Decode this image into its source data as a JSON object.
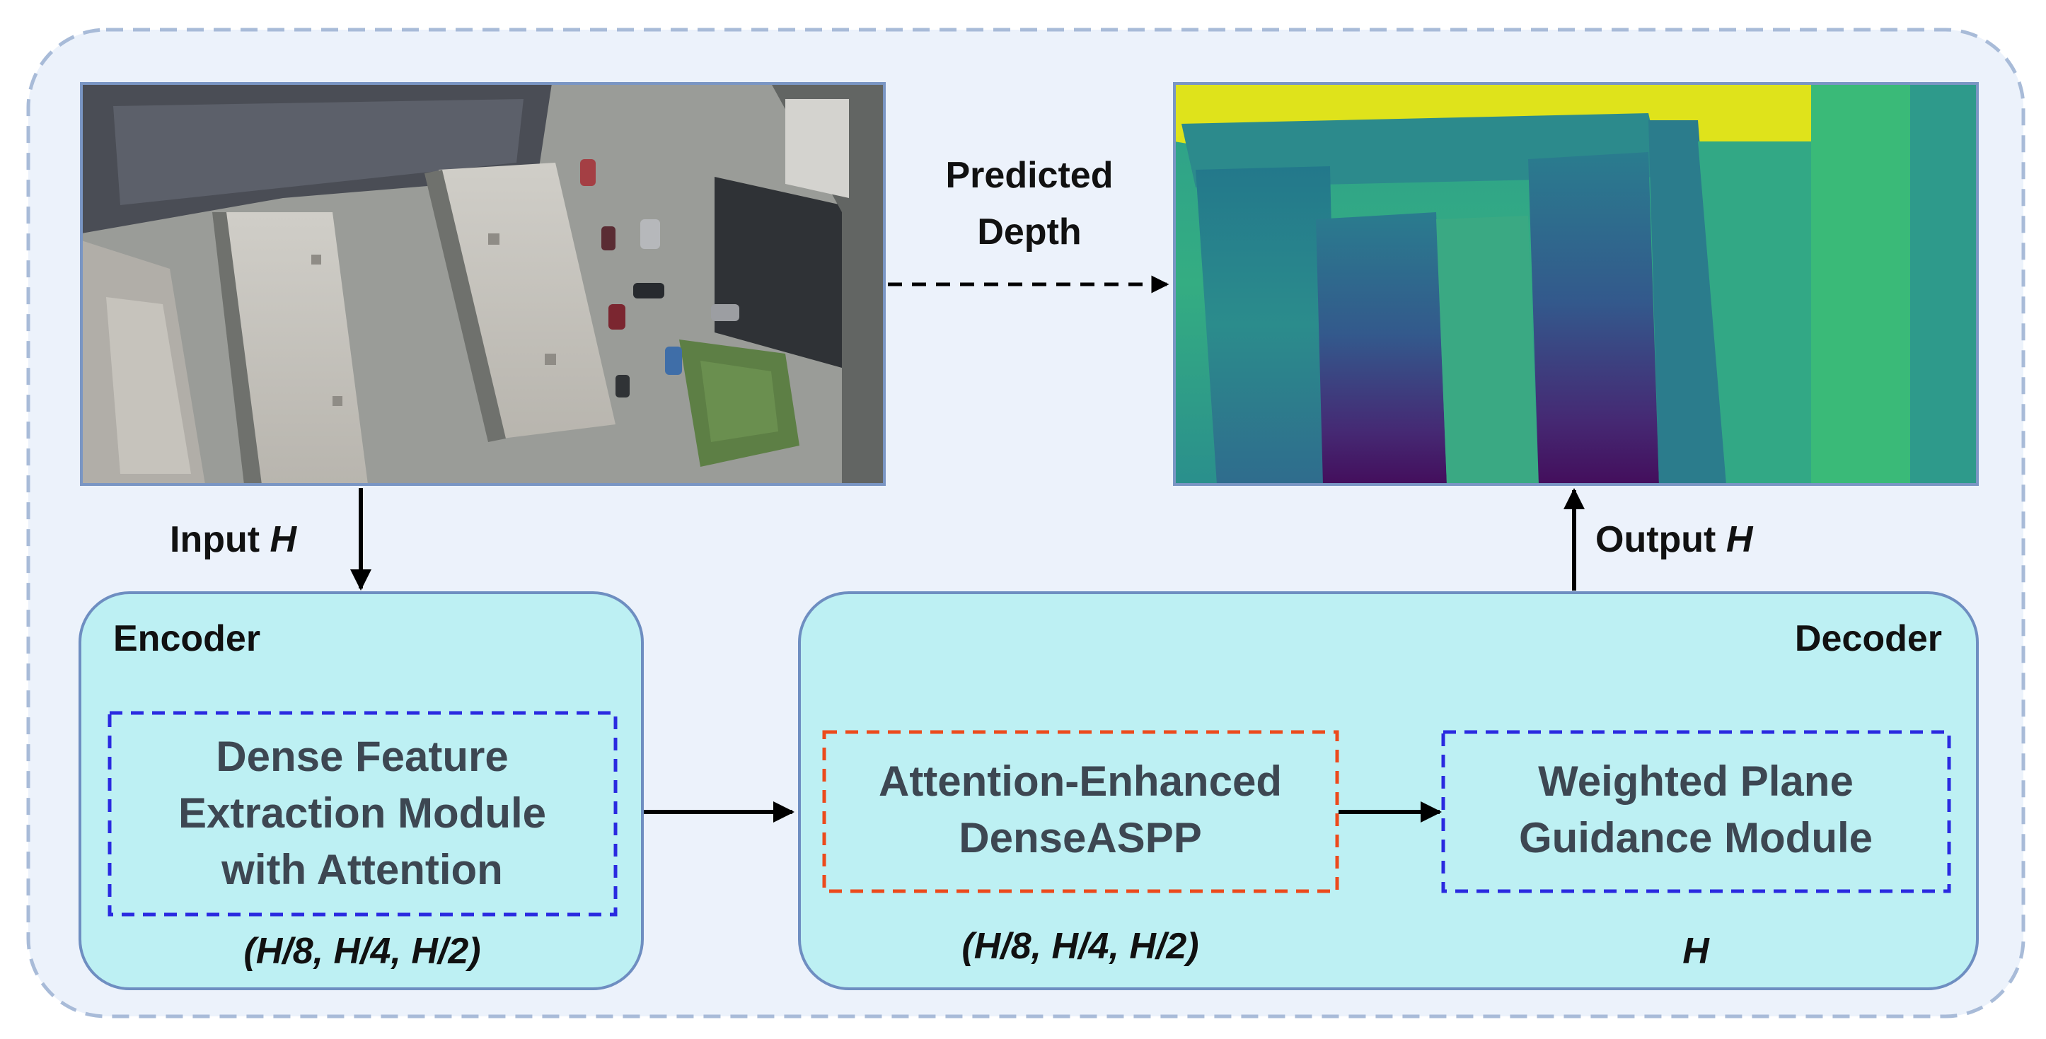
{
  "colors": {
    "background_panel": "#ecf2fb",
    "panel_border": "#a8bbd8",
    "block_fill": "#bdf0f3",
    "block_border": "#6e8ec1",
    "encoder_dash": "#2a2ae0",
    "aspp_dash": "#ec4a1c",
    "wpg_dash": "#2a2ae0",
    "arrow": "#000000"
  },
  "input_image": {
    "icon": "aerial-photo-image"
  },
  "depth_map": {
    "icon": "depth-map-image",
    "colormap": "viridis"
  },
  "predicted_depth": {
    "line1": "Predicted",
    "line2": "Depth"
  },
  "input_label": {
    "text": "Input ",
    "var": "H"
  },
  "output_label": {
    "text": "Output ",
    "var": "H"
  },
  "encoder": {
    "title": "Encoder",
    "module": {
      "line1": "Dense Feature",
      "line2": "Extraction Module",
      "line3": "with Attention"
    },
    "scales": "(H/8, H/4, H/2)"
  },
  "decoder": {
    "title": "Decoder",
    "aspp": {
      "line1": "Attention-Enhanced",
      "line2": "DenseASPP"
    },
    "aspp_scales": "(H/8, H/4, H/2)",
    "wpg": {
      "line1": "Weighted Plane",
      "line2": "Guidance Module"
    },
    "wpg_scale": "H"
  }
}
